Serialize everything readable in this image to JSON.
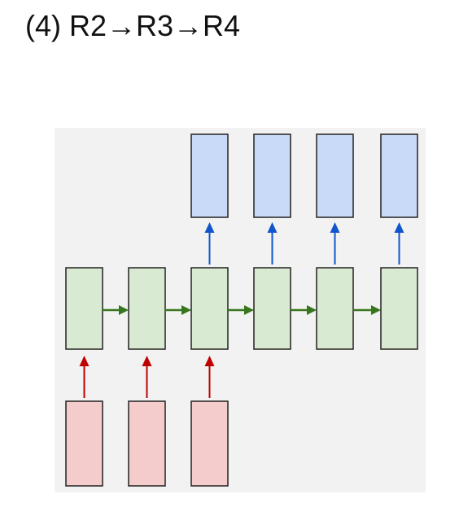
{
  "title": "(4) R2→R3→R4",
  "diagram": {
    "type": "rnn-many-to-many-delayed",
    "input_count": 3,
    "hidden_count": 6,
    "output_count": 4,
    "colors": {
      "background": "#f2f2f2",
      "input_fill": "#f4cccc",
      "hidden_fill": "#d9ead3",
      "output_fill": "#c9daf8",
      "box_stroke": "#222222",
      "input_arrow": "#c00000",
      "recurrent_arrow": "#38761d",
      "output_arrow": "#1155cc"
    }
  }
}
